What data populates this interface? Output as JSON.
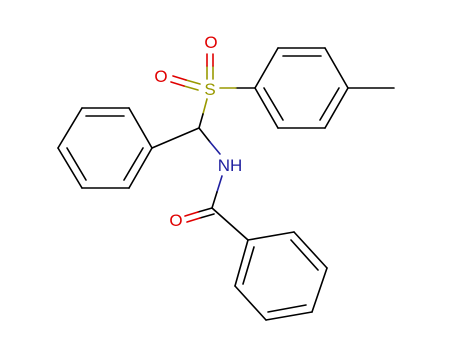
{
  "diagram": {
    "type": "chemical-structure",
    "atom_labels": {
      "sulfur": "S",
      "oxygen_sulfonyl_top": "O",
      "oxygen_sulfonyl_left": "O",
      "nitrogen": "NH",
      "oxygen_carbonyl": "O"
    },
    "colors": {
      "bond": "#000000",
      "sulfur": "#999900",
      "oxygen": "#e00000",
      "nitrogen": "#2020a0"
    }
  }
}
